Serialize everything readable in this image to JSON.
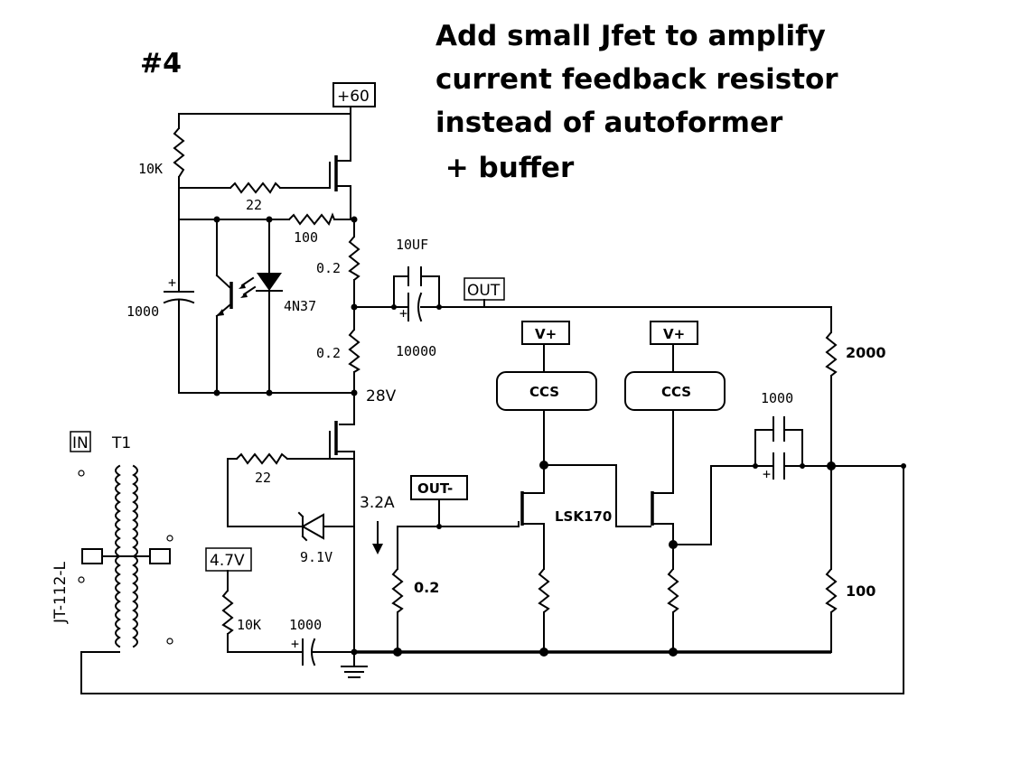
{
  "labels": {
    "number": "#4",
    "note_lines": [
      "Add small Jfet to amplify",
      "current feedback resistor",
      "instead of autoformer",
      " + buffer"
    ],
    "supply": "+60",
    "r_10k_top": "10K",
    "r_22_top": "22",
    "r_100": "100",
    "r_02_a": "0.2",
    "r_02_b": "0.2",
    "c_1000_left": "1000",
    "opto": "4N37",
    "c_10uf": "10UF",
    "c_10000": "10000",
    "out": "OUT",
    "v_28": "28V",
    "in": "IN",
    "t1": "T1",
    "transformer": "JT-112-L",
    "r_22_bottom": "22",
    "zener": "9.1V",
    "current": "3.2A",
    "v_47": "4.7V",
    "r_10k_bottom": "10K",
    "c_1000_bottom": "1000",
    "out_minus": "OUT-",
    "r_02_sense": "0.2",
    "vplus_1": "V+",
    "vplus_2": "V+",
    "ccs_1": "CCS",
    "ccs_2": "CCS",
    "jfet": "LSK170",
    "c_1000_right": "1000",
    "r_2000": "2000",
    "r_100_right": "100"
  }
}
